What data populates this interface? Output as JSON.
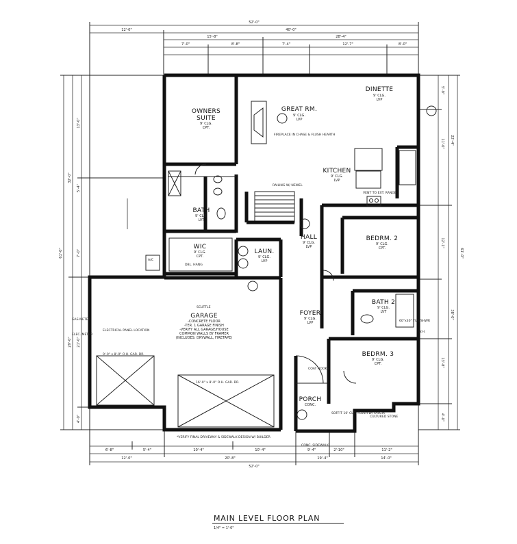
{
  "title": "MAIN LEVEL FLOOR PLAN",
  "scale": "1/4\" = 1'-0\"",
  "rooms": [
    {
      "id": "owners",
      "lines": [
        "OWNERS",
        "SUITE"
      ],
      "subs": [
        "9' CLG.",
        "CPT."
      ]
    },
    {
      "id": "great",
      "lines": [
        "GREAT RM."
      ],
      "subs": [
        "9' CLG.",
        "LVP"
      ]
    },
    {
      "id": "dinette",
      "lines": [
        "DINETTE"
      ],
      "subs": [
        "9' CLG.",
        "LVP"
      ]
    },
    {
      "id": "kitchen",
      "lines": [
        "KITCHEN"
      ],
      "subs": [
        "9' CLG.",
        "LVP"
      ]
    },
    {
      "id": "bath",
      "lines": [
        "BATH"
      ],
      "subs": [
        "9' CLG.",
        "LVT"
      ]
    },
    {
      "id": "wic",
      "lines": [
        "WIC"
      ],
      "subs": [
        "9' CLG.",
        "CPT."
      ]
    },
    {
      "id": "laun",
      "lines": [
        "LAUN."
      ],
      "subs": [
        "9' CLG.",
        "LVP"
      ]
    },
    {
      "id": "hall",
      "lines": [
        "HALL"
      ],
      "subs": [
        "9' CLG.",
        "LVP"
      ]
    },
    {
      "id": "bedrm2",
      "lines": [
        "BEDRM. 2"
      ],
      "subs": [
        "9' CLG.",
        "CPT."
      ]
    },
    {
      "id": "bath2",
      "lines": [
        "BATH 2"
      ],
      "subs": [
        "9' CLG.",
        "LVT"
      ]
    },
    {
      "id": "foyer",
      "lines": [
        "FOYER"
      ],
      "subs": [
        "9' CLG.",
        "LVP"
      ]
    },
    {
      "id": "bedrm3",
      "lines": [
        "BEDRM. 3"
      ],
      "subs": [
        "9' CLG.",
        "CPT."
      ]
    },
    {
      "id": "garage",
      "lines": [
        "GARAGE"
      ],
      "subs": [
        "-CONCRETE FLOOR",
        "-TER. 1 GARAGE FINISH",
        "-VERIFY ALL GARAGE/HOUSE",
        "COMMON WALLS BY FRAMER",
        "(INCLUDES: DRYWALL, FIRETAPE)"
      ]
    },
    {
      "id": "porch",
      "lines": [
        "PORCH"
      ],
      "subs": [
        "CONC."
      ]
    }
  ],
  "notes": {
    "fireplace": "FIREPLACE IN CHASE & FLUSH HEARTH",
    "railing": "RAILING W/ NEWEL",
    "vent": "VENT TO EXT. RANGE",
    "electrical": "ELECTRICAL PANEL LOCATION",
    "gas_meter": "GAS METER",
    "elec_meter": "ELEC. METER",
    "soffit": "SOFFIT 10' CLG. FLUSH W/ FASCIA",
    "cultured": "CULTURED STONE",
    "driveway": "*VERIFY FINAL DRIVEWAY & SIDEWALK DESIGN W/ BUILDER",
    "sidewalk": "CONC. SIDEWALK",
    "garage_door_1": "9'-0\" x 8'-0\" O.H. GAR. DR.",
    "garage_door_2": "16'-0\" x 8'-0\" O.H. GAR. DR.",
    "coat": "COAT HOOKS",
    "dbl_hang": "DBL. HANG",
    "tub": "60\"x30\" TUB/SHWR",
    "ac": "A/C",
    "scuttle": "SCUTTLE",
    "wh": "W.H."
  },
  "dims": {
    "top_total": "52'-0\"",
    "top_a": "12'-0\"",
    "top_b": "40'-0\"",
    "top_c": "15'-8\"",
    "top_d": "28'-4\"",
    "top_e1": "7'-0\"",
    "top_e2": "8'-8\"",
    "top_e3": "7'-4\"",
    "top_e4": "12'-7\"",
    "top_e5": "8'-0\"",
    "bot_total": "52'-0\"",
    "bot_a": "12'-0\"",
    "bot_b": "20'-8\"",
    "bot_c": "19'-4\"",
    "bot_d": "14'-0\"",
    "bot_e1": "6'-8\"",
    "bot_e2": "5'-4\"",
    "bot_e3": "10'-4\"",
    "bot_e4": "10'-4\"",
    "bot_e5": "9'-4\"",
    "bot_e6": "2'-10\"",
    "bot_e7": "11'-2\"",
    "left_total": "61'-0\"",
    "left_a": "32'-0\"",
    "left_b": "29'-0\"",
    "left_c": "13'-0\"",
    "left_d": "5'-4\"",
    "left_e": "7'-0\"",
    "left_f": "21'-0\"",
    "left_g": "4'-0\"",
    "right_total": "61'-0\"",
    "right_a": "22'-4\"",
    "right_b": "38'-0\"",
    "right_c": "11'-0\"",
    "right_d": "12'-1\"",
    "right_e": "13'-8\"",
    "right_f": "4'-0\"",
    "right_g": "5'-9\""
  }
}
